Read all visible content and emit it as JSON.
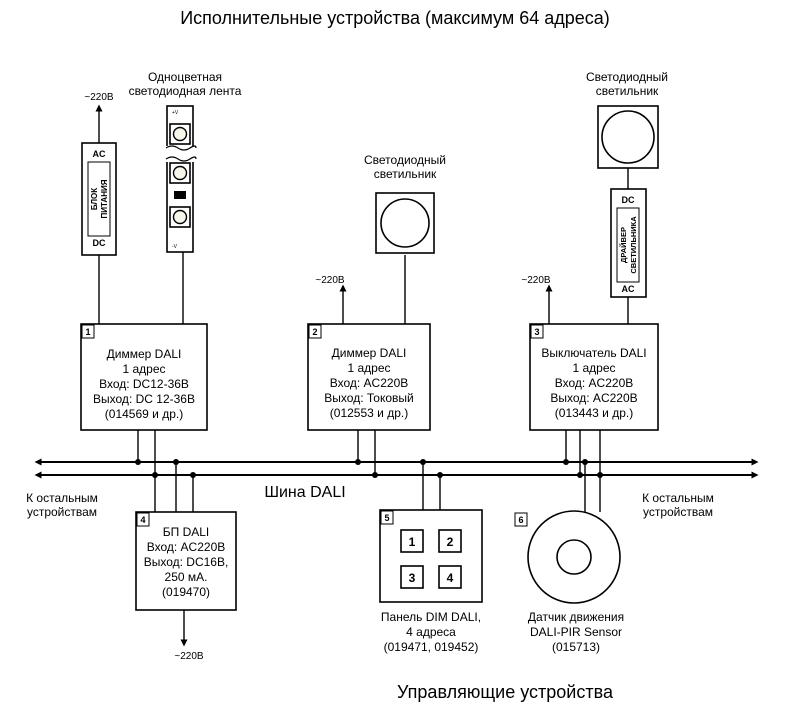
{
  "title_top": "Исполнительные устройства (максимум 64 адреса)",
  "title_bottom": "Управляющие устройства",
  "bus_label": "Шина DALI",
  "bus_left_label": [
    "К остальным",
    "устройствам"
  ],
  "bus_right_label": [
    "К остальным",
    "устройствам"
  ],
  "mains_label": "~220В",
  "psu": {
    "top": "AC",
    "bottom": "DC",
    "text": [
      "БЛОК",
      "ПИТАНИЯ"
    ]
  },
  "led_strip": {
    "label": [
      "Одноцветная",
      "светодиодная лента"
    ],
    "polarity": [
      "+V",
      "-V"
    ]
  },
  "fixture_2": {
    "label": [
      "Светодиодный",
      "светильник"
    ]
  },
  "fixture_3": {
    "label": [
      "Светодиодный",
      "светильник"
    ]
  },
  "driver": {
    "top": "DC",
    "bottom": "AC",
    "text": [
      "ДРАЙВЕР",
      "СВЕТИЛЬНИКА"
    ]
  },
  "device_1": {
    "number": "1",
    "lines": [
      "Диммер DALI",
      "1 адрес",
      "Вход: DC12-36В",
      "Выход: DC 12-36В",
      "(014569 и др.)"
    ]
  },
  "device_2": {
    "number": "2",
    "lines": [
      "Диммер DALI",
      "1 адрес",
      "Вход: AC220В",
      "Выход: Токовый",
      "(012553 и др.)"
    ]
  },
  "device_3": {
    "number": "3",
    "lines": [
      "Выключатель DALI",
      "1 адрес",
      "Вход: AC220В",
      "Выход: AC220В",
      "(013443 и др.)"
    ]
  },
  "device_4": {
    "number": "4",
    "lines": [
      "БП DALI",
      "Вход: AC220В",
      "Выход: DC16В,",
      "250 мА.",
      "(019470)"
    ]
  },
  "device_5": {
    "number": "5",
    "buttons": [
      "1",
      "2",
      "3",
      "4"
    ],
    "caption": [
      "Панель DIM DALI,",
      "4 адреса",
      "(019471, 019452)"
    ]
  },
  "device_6": {
    "number": "6",
    "caption": [
      "Датчик движения",
      "DALI-PIR Sensor",
      "(015713)"
    ]
  }
}
